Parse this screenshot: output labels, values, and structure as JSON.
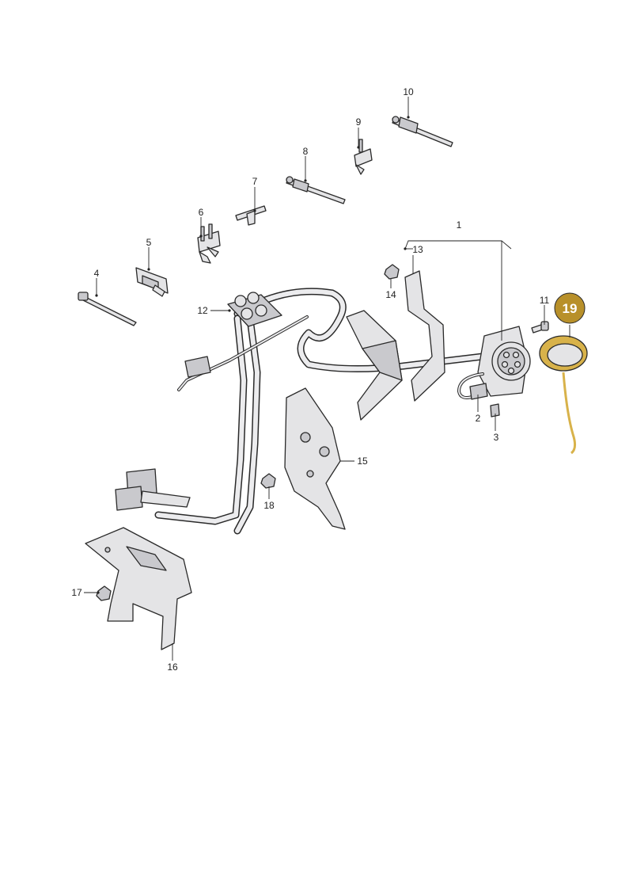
{
  "diagram": {
    "callouts": [
      {
        "id": "1",
        "label": "1"
      },
      {
        "id": "2",
        "label": "2"
      },
      {
        "id": "3",
        "label": "3"
      },
      {
        "id": "4",
        "label": "4"
      },
      {
        "id": "5",
        "label": "5"
      },
      {
        "id": "6",
        "label": "6"
      },
      {
        "id": "7",
        "label": "7"
      },
      {
        "id": "8",
        "label": "8"
      },
      {
        "id": "9",
        "label": "9"
      },
      {
        "id": "10",
        "label": "10"
      },
      {
        "id": "11",
        "label": "11"
      },
      {
        "id": "12",
        "label": "12"
      },
      {
        "id": "13",
        "label": "13"
      },
      {
        "id": "14",
        "label": "14"
      },
      {
        "id": "15",
        "label": "15"
      },
      {
        "id": "16",
        "label": "16"
      },
      {
        "id": "17",
        "label": "17"
      },
      {
        "id": "18",
        "label": "18"
      }
    ],
    "highlight": {
      "label": "19",
      "color": "#b8902a",
      "part_color": "#d8b24a"
    }
  }
}
